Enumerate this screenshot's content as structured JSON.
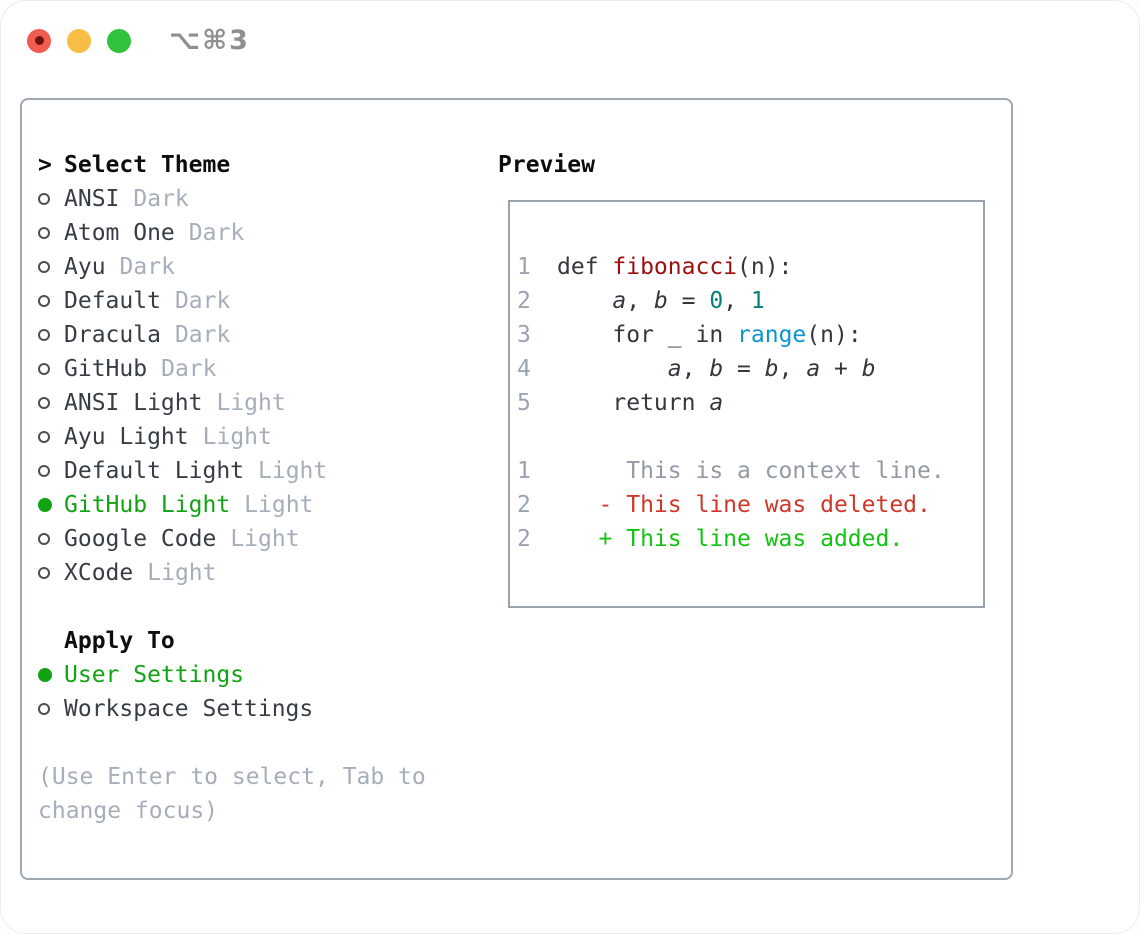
{
  "window": {
    "shortcut_label": "⌥⌘3"
  },
  "panel": {
    "select_theme": {
      "prompt": ">",
      "title": "Select Theme"
    },
    "themes": [
      {
        "name": "ANSI",
        "variant": "Dark",
        "selected": false
      },
      {
        "name": "Atom One",
        "variant": "Dark",
        "selected": false
      },
      {
        "name": "Ayu",
        "variant": "Dark",
        "selected": false
      },
      {
        "name": "Default",
        "variant": "Dark",
        "selected": false
      },
      {
        "name": "Dracula",
        "variant": "Dark",
        "selected": false
      },
      {
        "name": "GitHub",
        "variant": "Dark",
        "selected": false
      },
      {
        "name": "ANSI Light",
        "variant": "Light",
        "selected": false
      },
      {
        "name": "Ayu Light",
        "variant": "Light",
        "selected": false
      },
      {
        "name": "Default Light",
        "variant": "Light",
        "selected": false
      },
      {
        "name": "GitHub Light",
        "variant": "Light",
        "selected": true
      },
      {
        "name": "Google Code",
        "variant": "Light",
        "selected": false
      },
      {
        "name": "XCode",
        "variant": "Light",
        "selected": false
      }
    ],
    "apply_to": {
      "title": "Apply To",
      "options": [
        {
          "name": "User Settings",
          "selected": true
        },
        {
          "name": "Workspace Settings",
          "selected": false
        }
      ]
    },
    "hint": "(Use Enter to select, Tab to change focus)"
  },
  "preview": {
    "title": "Preview",
    "code_lines": [
      {
        "num": "1",
        "segments": [
          {
            "t": "def ",
            "s": "k"
          },
          {
            "t": "fibonacci",
            "s": "title"
          },
          {
            "t": "(n):",
            "s": "p"
          }
        ]
      },
      {
        "num": "2",
        "segments": [
          {
            "t": "    ",
            "s": "p"
          },
          {
            "t": "a",
            "s": "v"
          },
          {
            "t": ", ",
            "s": "p"
          },
          {
            "t": "b",
            "s": "v"
          },
          {
            "t": " = ",
            "s": "p"
          },
          {
            "t": "0",
            "s": "num"
          },
          {
            "t": ", ",
            "s": "p"
          },
          {
            "t": "1",
            "s": "num"
          }
        ]
      },
      {
        "num": "3",
        "segments": [
          {
            "t": "    ",
            "s": "p"
          },
          {
            "t": "for",
            "s": "k"
          },
          {
            "t": " _ ",
            "s": "p"
          },
          {
            "t": "in",
            "s": "k"
          },
          {
            "t": " ",
            "s": "p"
          },
          {
            "t": "range",
            "s": "builtin"
          },
          {
            "t": "(n):",
            "s": "p"
          }
        ]
      },
      {
        "num": "4",
        "segments": [
          {
            "t": "        ",
            "s": "p"
          },
          {
            "t": "a",
            "s": "v"
          },
          {
            "t": ", ",
            "s": "p"
          },
          {
            "t": "b",
            "s": "v"
          },
          {
            "t": " = ",
            "s": "p"
          },
          {
            "t": "b",
            "s": "v"
          },
          {
            "t": ", ",
            "s": "p"
          },
          {
            "t": "a",
            "s": "v"
          },
          {
            "t": " + ",
            "s": "p"
          },
          {
            "t": "b",
            "s": "v"
          }
        ]
      },
      {
        "num": "5",
        "segments": [
          {
            "t": "    ",
            "s": "p"
          },
          {
            "t": "return",
            "s": "k"
          },
          {
            "t": " ",
            "s": "p"
          },
          {
            "t": "a",
            "s": "v"
          }
        ]
      },
      {
        "num": "",
        "segments": []
      },
      {
        "num": "1",
        "segments": [
          {
            "t": "     This is a context line.",
            "s": "ctx"
          }
        ]
      },
      {
        "num": "2",
        "segments": [
          {
            "t": "   - This line was deleted.",
            "s": "del"
          }
        ]
      },
      {
        "num": "2",
        "segments": [
          {
            "t": "   + This line was added.",
            "s": "add"
          }
        ]
      }
    ]
  },
  "colors": {
    "accent_green": "#12a312",
    "added_green": "#12c312",
    "deleted_red": "#cf372a",
    "function_red": "#9b0f0f",
    "number_teal": "#03807c",
    "builtin_blue": "#0b95d0",
    "muted_gray": "#a6aeba",
    "panel_border_gray": "#a0a8b4",
    "traffic_red": "#f15c50",
    "traffic_yellow": "#f7bd45",
    "traffic_green": "#31c13c"
  }
}
